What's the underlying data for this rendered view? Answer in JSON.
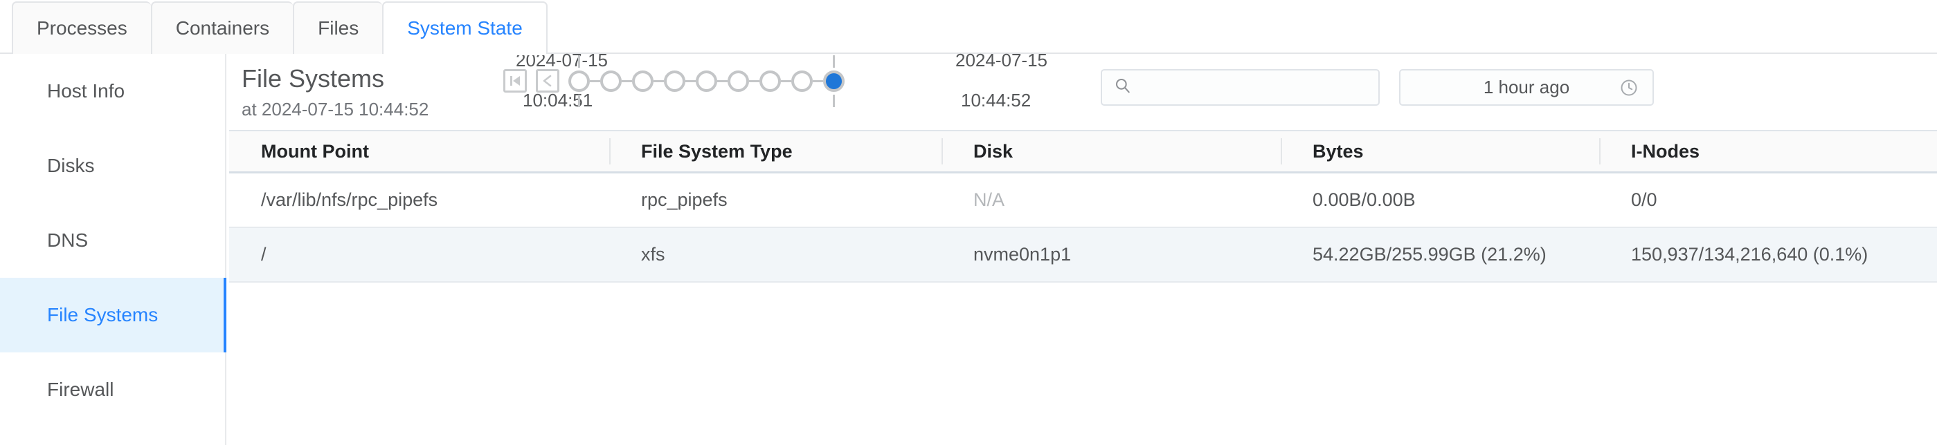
{
  "tabs": [
    {
      "label": "Processes",
      "active": false
    },
    {
      "label": "Containers",
      "active": false
    },
    {
      "label": "Files",
      "active": false
    },
    {
      "label": "System State",
      "active": true
    }
  ],
  "sidebar": {
    "items": [
      {
        "label": "Host Info",
        "selected": false
      },
      {
        "label": "Disks",
        "selected": false
      },
      {
        "label": "DNS",
        "selected": false
      },
      {
        "label": "File Systems",
        "selected": true
      },
      {
        "label": "Firewall",
        "selected": false
      }
    ]
  },
  "header": {
    "title": "File Systems",
    "subtitle": "at 2024-07-15 10:44:52"
  },
  "timeline": {
    "start_date": "2024-07-15",
    "start_time": "10:04:51",
    "end_date": "2024-07-15",
    "end_time": "10:44:52",
    "node_count": 9,
    "active_index": 8,
    "first_button_icon": "skip-to-start-icon",
    "prev_button_icon": "chevron-left-icon",
    "buttons_disabled": true,
    "active_color": "#1f77d8",
    "track_color": "#c4c6c8"
  },
  "search": {
    "value": "",
    "placeholder": "",
    "icon": "search-icon"
  },
  "time_range": {
    "label": "1 hour ago",
    "icon": "clock-icon"
  },
  "table": {
    "columns": [
      "Mount Point",
      "File System Type",
      "Disk",
      "Bytes",
      "I-Nodes"
    ],
    "rows": [
      {
        "mount_point": "/var/lib/nfs/rpc_pipefs",
        "fs_type": "rpc_pipefs",
        "disk": "N/A",
        "disk_muted": true,
        "bytes": "0.00B/0.00B",
        "inodes": "0/0",
        "highlighted": false
      },
      {
        "mount_point": "/",
        "fs_type": "xfs",
        "disk": "nvme0n1p1",
        "disk_muted": false,
        "bytes": "54.22GB/255.99GB (21.2%)",
        "inodes": "150,937/134,216,640 (0.1%)",
        "highlighted": true
      }
    ]
  },
  "theme": {
    "accent": "#2684ff",
    "selected_bg": "#e5f3fd",
    "row_alt_bg": "#f2f6f9"
  }
}
